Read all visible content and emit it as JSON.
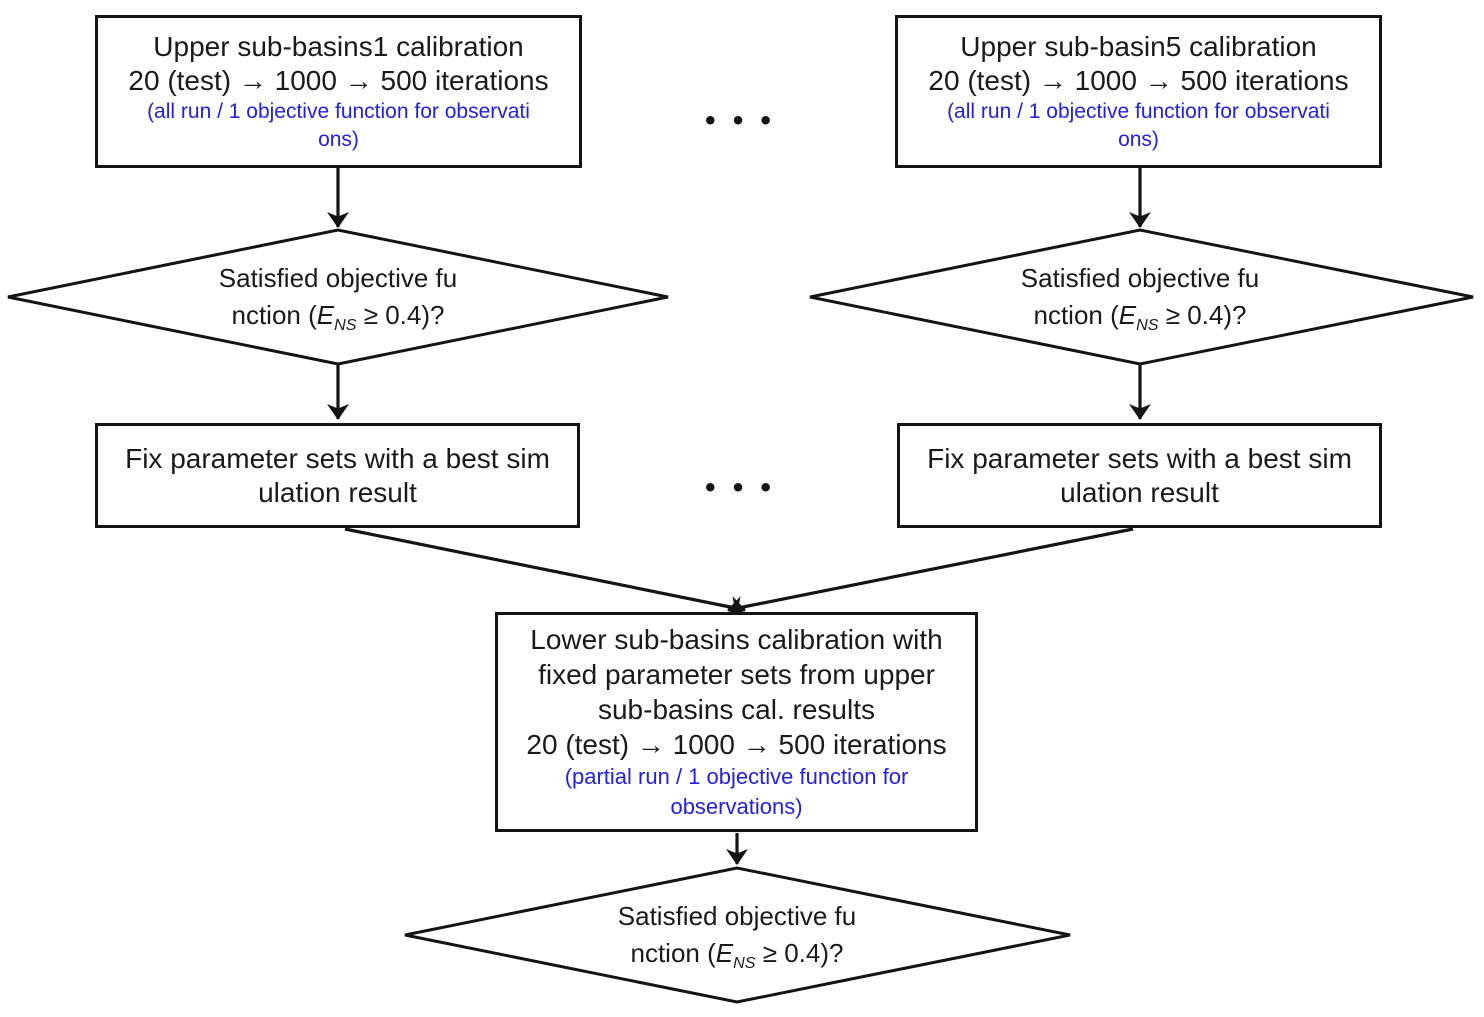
{
  "colors": {
    "ink": "#1a1a1a",
    "note_blue": "#2222dd",
    "line": "#141414",
    "background": "#ffffff"
  },
  "upper_left_box": {
    "title": "Upper sub-basins1 calibration",
    "iterations": "20 (test) → 1000 → 500 iterations",
    "note_line1": "(all run / 1 objective function for observati",
    "note_line2": "ons)"
  },
  "upper_right_box": {
    "title": "Upper sub-basin5 calibration",
    "iterations": "20 (test) → 1000 → 500 iterations",
    "note_line1": "(all run / 1 objective function for observati",
    "note_line2": "ons)"
  },
  "decision": {
    "line1": "Satisfied objective fu",
    "line2_pre": "nction (",
    "var": "E",
    "var_sub": "NS",
    "line2_post": " ≥ 0.4)?"
  },
  "fix_box": {
    "line1": "Fix parameter sets with a best sim",
    "line2": "ulation result"
  },
  "lower_box": {
    "line1": "Lower sub-basins calibration with",
    "line2": "fixed parameter sets from upper",
    "line3": "sub-basins cal. results",
    "line4": "20 (test) → 1000 → 500 iterations",
    "note_line1": "(partial run / 1 objective function for",
    "note_line2": "observations)"
  },
  "ellipsis": "• • •"
}
